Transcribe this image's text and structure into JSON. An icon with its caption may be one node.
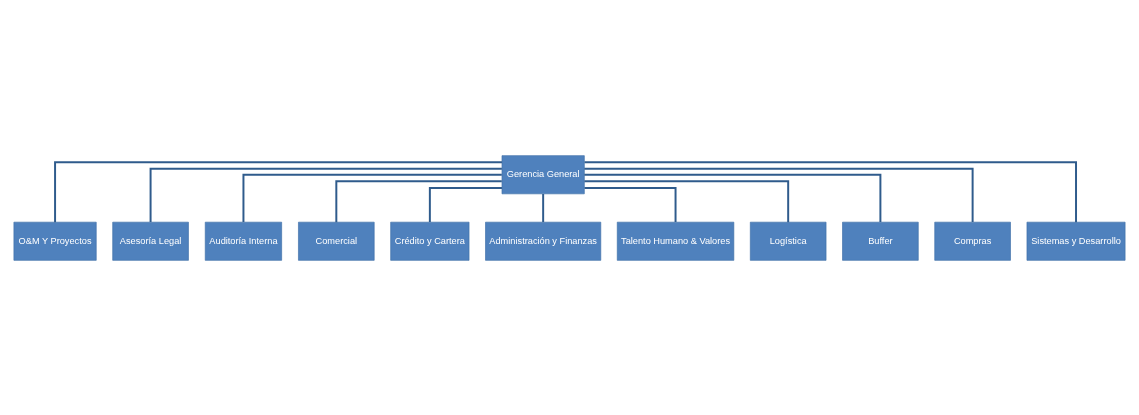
{
  "diagram": {
    "nodes": [
      {
        "text": [
          "Gerencia General"
        ]
      },
      {
        "text": [
          "O&M Y Proyectos"
        ]
      },
      {
        "text": [
          "Asesoría Legal"
        ]
      },
      {
        "text": [
          "Auditoría Interna"
        ]
      },
      {
        "text": [
          "Comercial"
        ]
      },
      {
        "text": [
          "Crédito y Cartera"
        ]
      },
      {
        "text": [
          "Administración y Finanzas"
        ]
      },
      {
        "text": [
          "Talento Humano & Valores"
        ]
      },
      {
        "text": [
          "Logística"
        ]
      },
      {
        "text": [
          "Buffer"
        ]
      },
      {
        "text": [
          "Compras"
        ]
      },
      {
        "text": [
          "Sistemas y Desarrollo"
        ]
      }
    ],
    "edges": [
      {
        "from": 0,
        "to": 1,
        "arrow": "none"
      },
      {
        "from": 0,
        "to": 2,
        "arrow": "none"
      },
      {
        "from": 0,
        "to": 3,
        "arrow": "none"
      },
      {
        "from": 0,
        "to": 4,
        "arrow": "none"
      },
      {
        "from": 0,
        "to": 5,
        "arrow": "none"
      },
      {
        "from": 0,
        "to": 6,
        "arrow": "none"
      },
      {
        "from": 0,
        "to": 7,
        "arrow": "none"
      },
      {
        "from": 0,
        "to": 8,
        "arrow": "none"
      },
      {
        "from": 0,
        "to": 9,
        "arrow": "none"
      },
      {
        "from": 0,
        "to": 10,
        "arrow": "none"
      },
      {
        "from": 0,
        "to": 11,
        "arrow": "none"
      }
    ]
  }
}
